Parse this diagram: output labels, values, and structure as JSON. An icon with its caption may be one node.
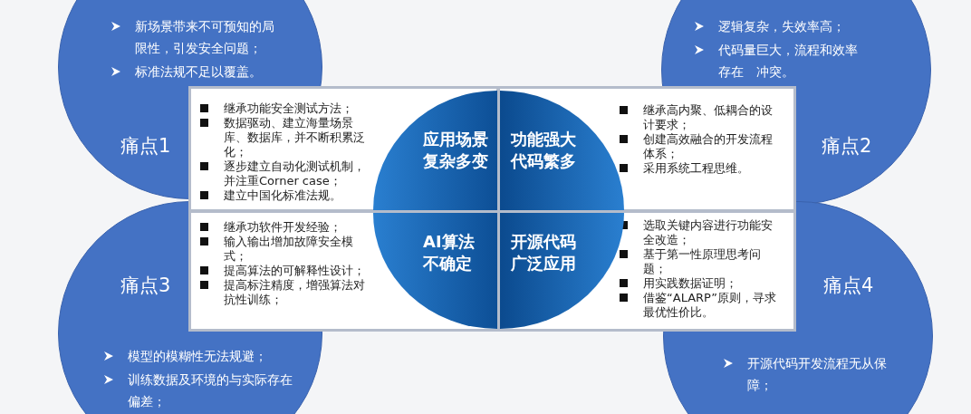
{
  "diagram": {
    "nodes": [
      {
        "text": [
          "新场景带来不可预知的局限性，引发安全问题；",
          "标准法规不足以覆盖。",
          "痛点1"
        ]
      },
      {
        "text": [
          "逻辑复杂，失效率高；",
          "代码量巨大，流程和效率存在　冲突。",
          "痛点2"
        ]
      },
      {
        "text": [
          "继承功能安全测试方法；",
          "数据驱动、建立海量场景库、数据库，并不断积累泛化；",
          "逐步建立自动化测试机制，并注重Corner case；",
          "建立中国化标准法规。"
        ]
      },
      {
        "text": [
          "应用场景复杂多变"
        ],
        "in": 2
      },
      {
        "text": [
          "继承高内聚、低耦合的设计要求；",
          "创建高效融合的开发流程体系；",
          "采用系统工程思维。"
        ]
      },
      {
        "text": [
          "功能强大代码繁多"
        ],
        "in": 4
      },
      {
        "text": [
          "继承功软件开发经验；",
          "输入输出增加故障安全模式；",
          "提高算法的可解释性设计；",
          "提高标注精度，增强算法对抗性训练；"
        ]
      },
      {
        "text": [
          "AI算法不确定"
        ],
        "in": 6
      },
      {
        "text": [
          "选取关键内容进行功能安全改造；",
          "基于第一性原理思考问题；",
          "用实践数据证明；",
          "借鉴“ALARP”原则，寻求最优性价比。"
        ]
      },
      {
        "text": [
          "开源代码广泛应用"
        ],
        "in": 8
      },
      {
        "text": [
          "痛点3",
          "模型的模糊性无法规避；",
          "训练数据及环境的与实际存在偏差；"
        ]
      },
      {
        "text": [
          "痛点4",
          "开源代码开发流程无从保障；"
        ]
      }
    ]
  }
}
